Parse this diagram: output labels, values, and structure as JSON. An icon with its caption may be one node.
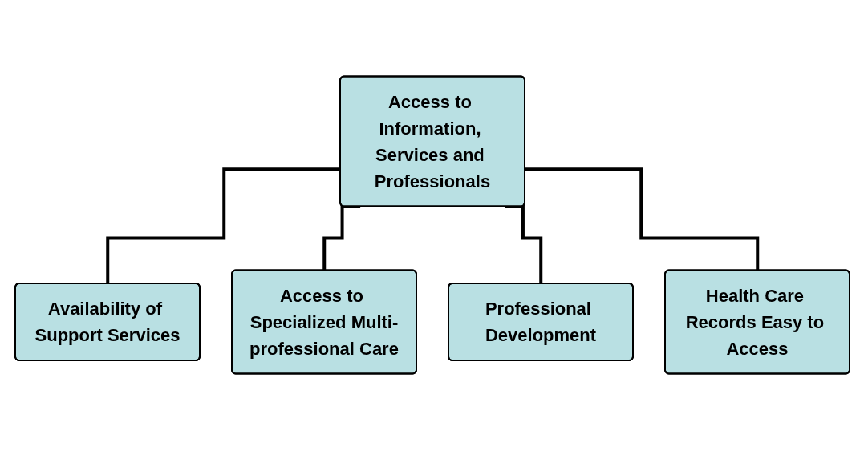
{
  "diagram": {
    "nodes": [
      {
        "text": [
          "Access to Information, Services and Professionals"
        ]
      },
      {
        "text": [
          "Availability of Support Services"
        ]
      },
      {
        "text": [
          "Access to Specialized Multi-professional Care"
        ]
      },
      {
        "text": [
          "Professional Development"
        ]
      },
      {
        "text": [
          "Health Care Records Easy to Access"
        ]
      }
    ],
    "edges": [
      {
        "from": 0,
        "to": 1,
        "arrow": "none"
      },
      {
        "from": 0,
        "to": 2,
        "arrow": "none"
      },
      {
        "from": 0,
        "to": 3,
        "arrow": "none"
      },
      {
        "from": 0,
        "to": 4,
        "arrow": "none"
      }
    ]
  }
}
